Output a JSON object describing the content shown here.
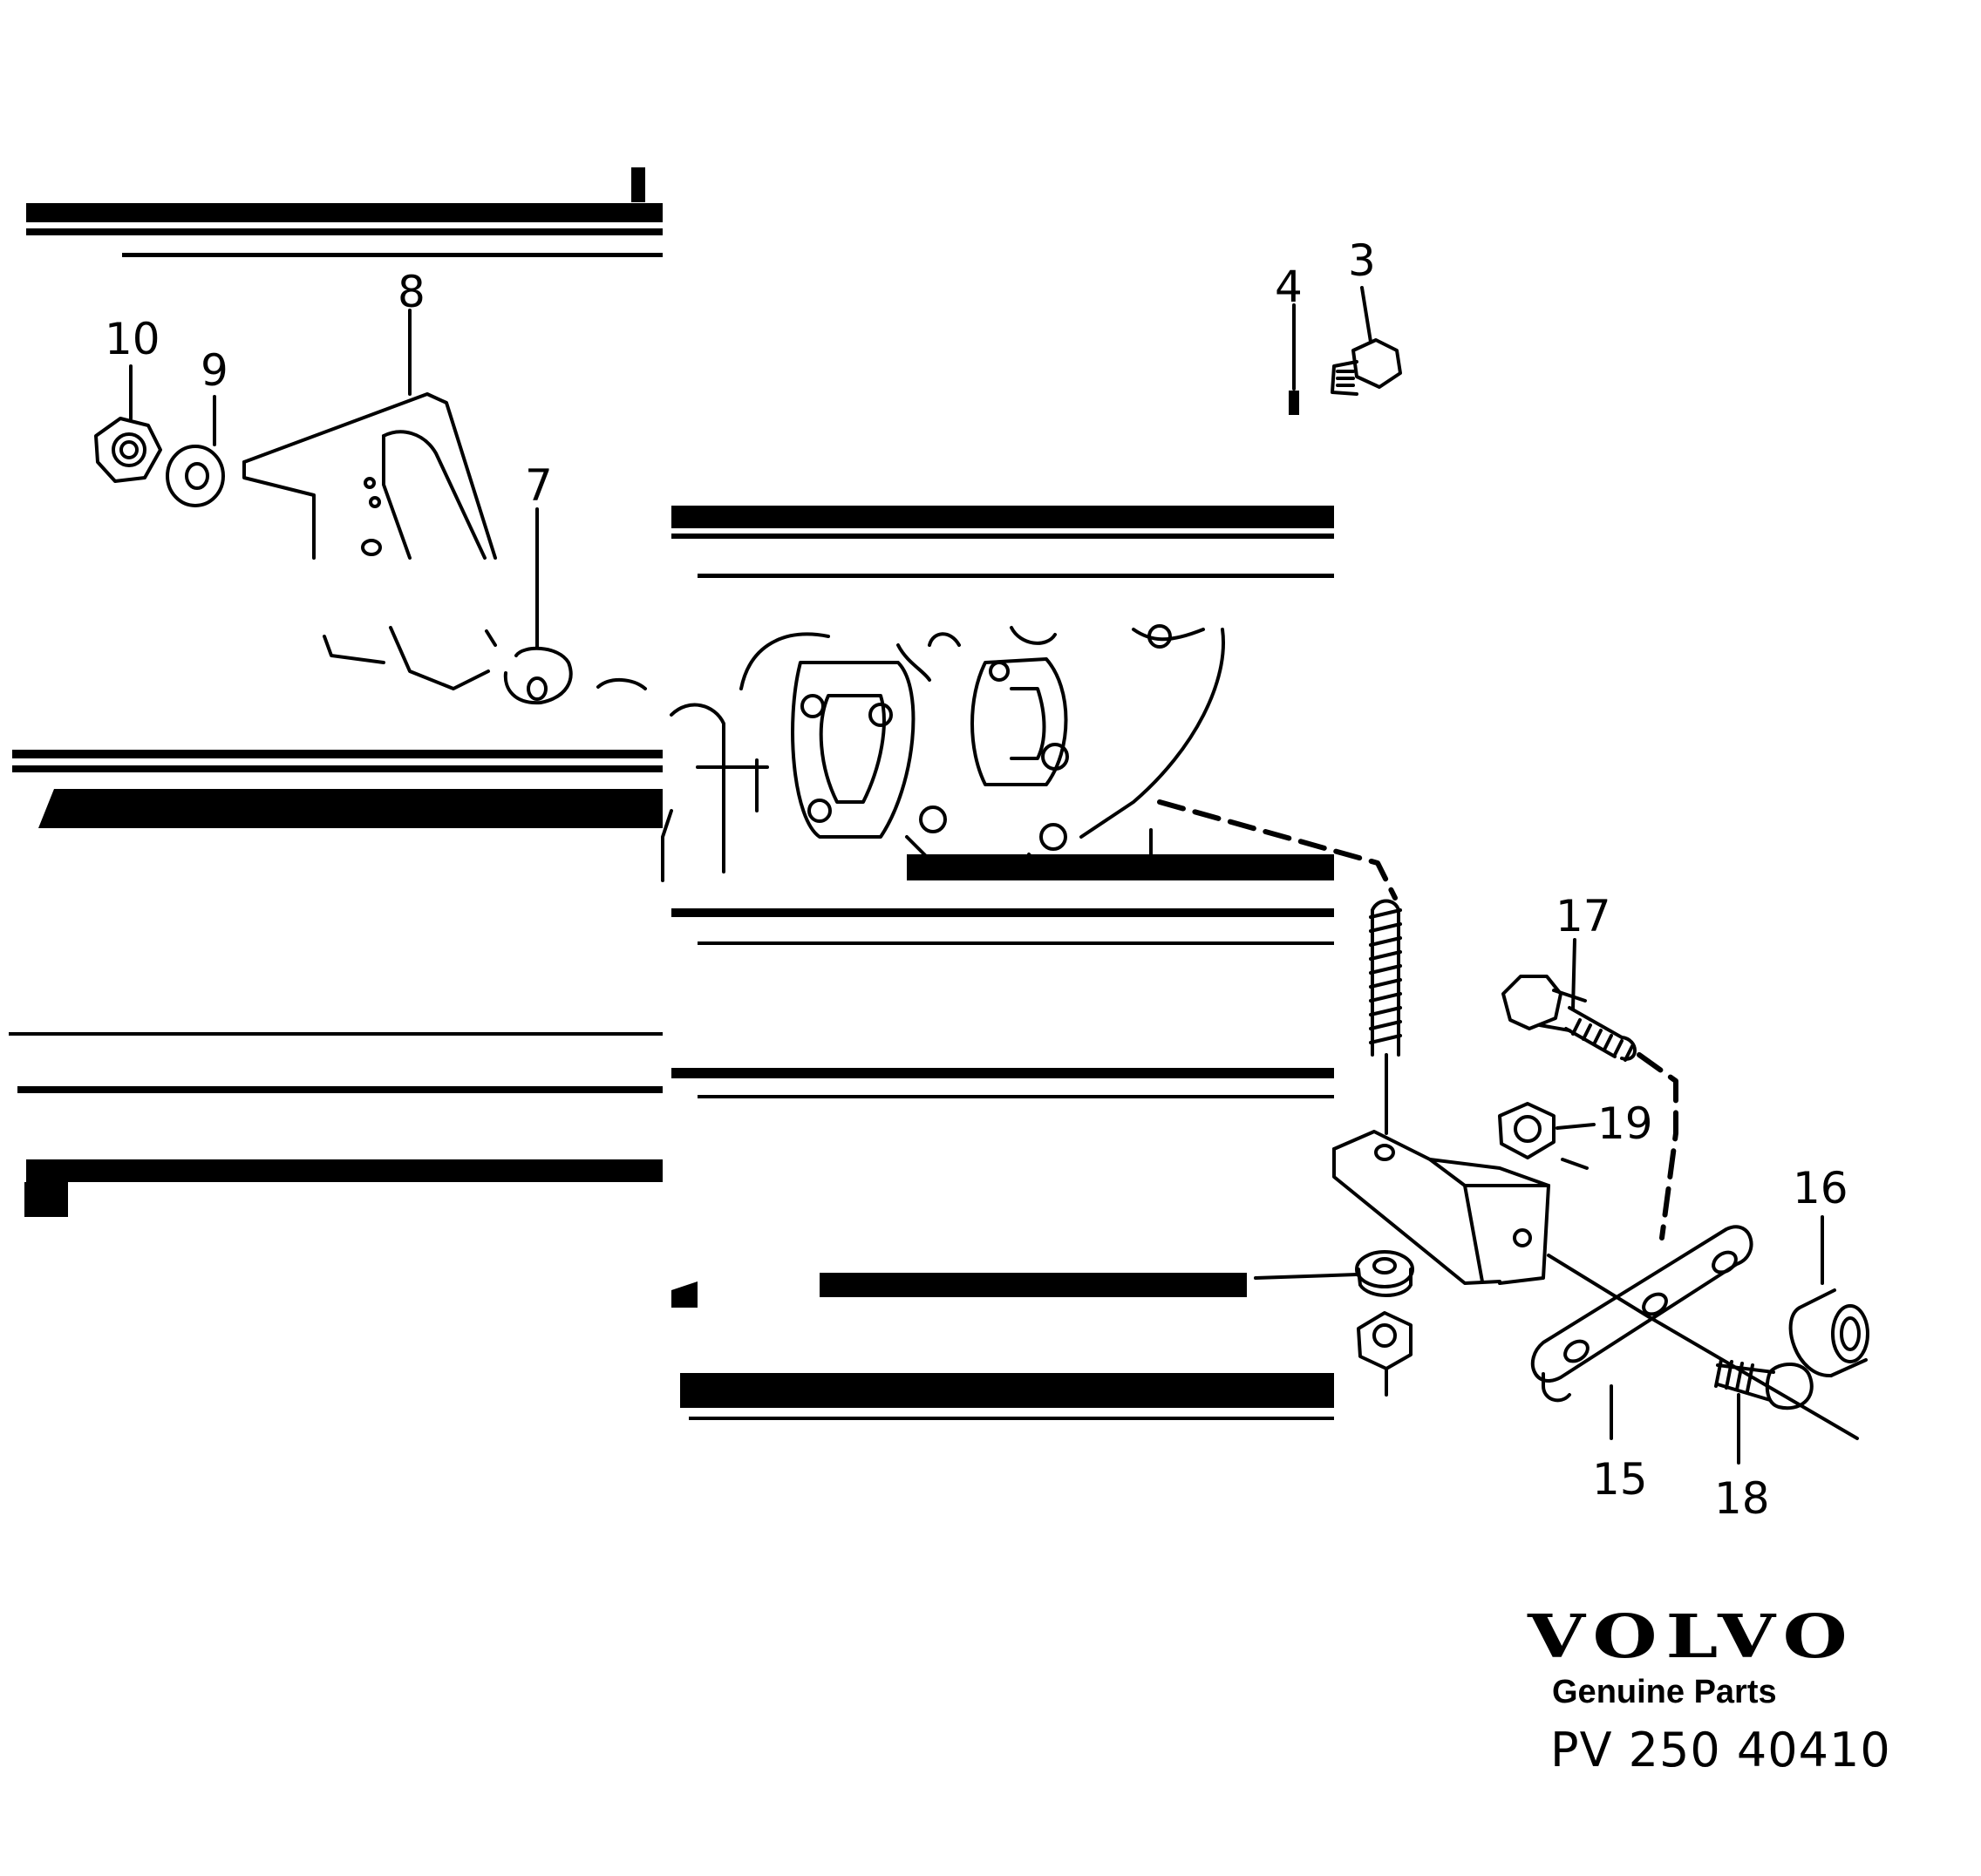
{
  "diagram": {
    "callouts": [
      "3",
      "4",
      "7",
      "8",
      "9",
      "10",
      "15",
      "16",
      "17",
      "18",
      "19"
    ]
  },
  "footer": {
    "brand": "VOLVO",
    "subtitle": "Genuine Parts",
    "code": "PV 250  40410"
  }
}
